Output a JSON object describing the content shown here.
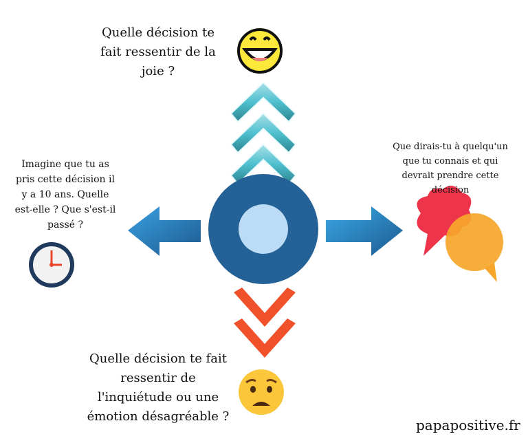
{
  "questions": {
    "top": [
      "Quelle décision te",
      "fait ressentir de la",
      "joie ?"
    ],
    "left": [
      "Imagine que tu as",
      "pris cette décision il",
      "y a 10 ans. Quelle",
      "est-elle ? Que s'est-il",
      "passé ?"
    ],
    "right": [
      "Que dirais-tu à quelqu'un",
      "que tu connais et qui",
      "devrait prendre cette",
      "décision"
    ],
    "bottom": [
      "Quelle décision te fait",
      "ressentir de",
      "l'inquiétude ou une",
      "émotion désagréable ?"
    ]
  },
  "brand": "papapositive.fr",
  "colors": {
    "center_outer": "#236196",
    "center_inner": "#bcdcf5",
    "up_chevron": "#4fc0cf",
    "down_chevron": "#f0502a",
    "arrow": "#2a80c0",
    "bubble_red": "#ee344a",
    "bubble_orange": "#f6a62b"
  }
}
